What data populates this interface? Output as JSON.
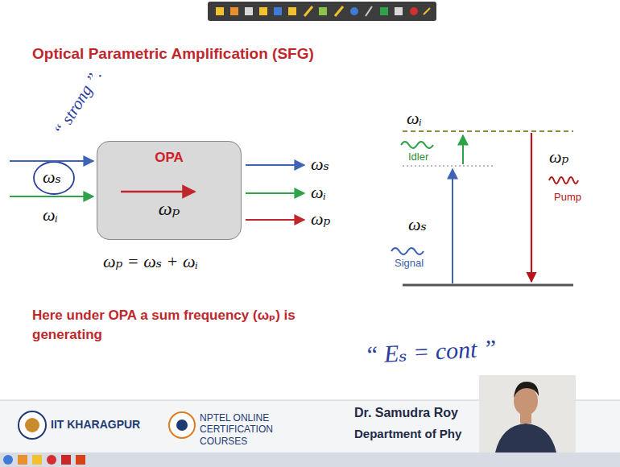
{
  "diagram": {
    "title": "Optical Parametric Amplification (SFG)",
    "nodes": [
      {
        "text": [
          "OPA",
          "ωₚ"
        ]
      }
    ],
    "labels": [
      "“ strong ”.",
      "ωₛ",
      "ωᵢ",
      "ωₛ",
      "ωᵢ",
      "ωₚ",
      "ωₚ = ωₛ + ωᵢ",
      "Here under OPA a sum frequency (ωₚ) is generating",
      "ωᵢ",
      "Idler",
      "ωₛ",
      "Signal",
      "ωₚ",
      "Pump",
      "“ Eₛ = cont ”",
      "IIT KHARAGPUR",
      "NPTEL ONLINE CERTIFICATION COURSES",
      "Dr. Samudra Roy",
      "Department of Phy"
    ]
  }
}
